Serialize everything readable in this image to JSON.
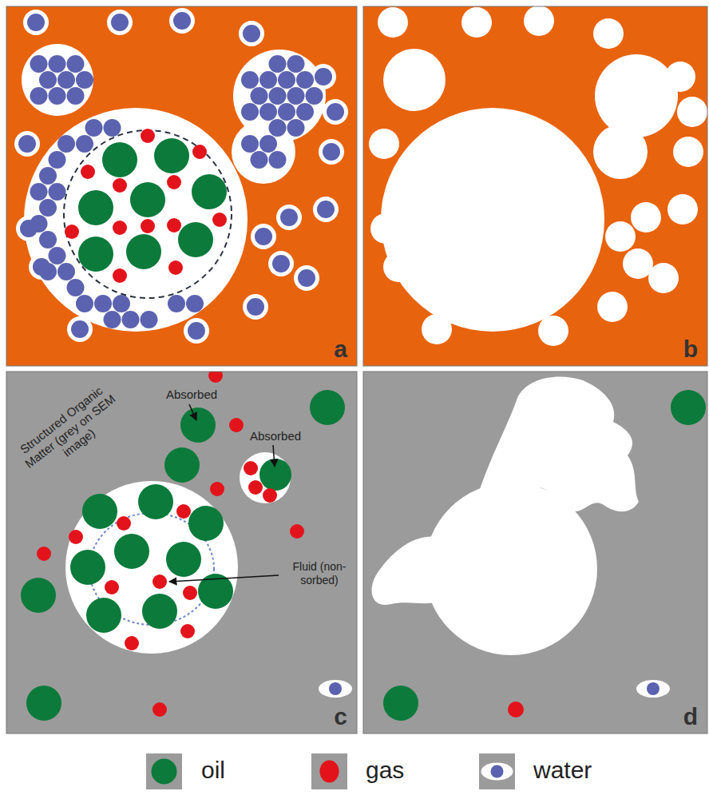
{
  "diagram": {
    "nodes": [
      {
        "text": [
          "a"
        ]
      },
      {
        "text": [
          "b"
        ]
      },
      {
        "text": [
          "c"
        ]
      },
      {
        "text": [
          "d"
        ]
      }
    ],
    "labels": [
      "Absorbed",
      "Structured Organic Matter (grey on SEM image)",
      "Absorbed",
      "Fluid (non-sorbed)"
    ],
    "legend": [
      {
        "text": "oil"
      },
      {
        "text": "gas"
      },
      {
        "text": "water"
      }
    ]
  }
}
